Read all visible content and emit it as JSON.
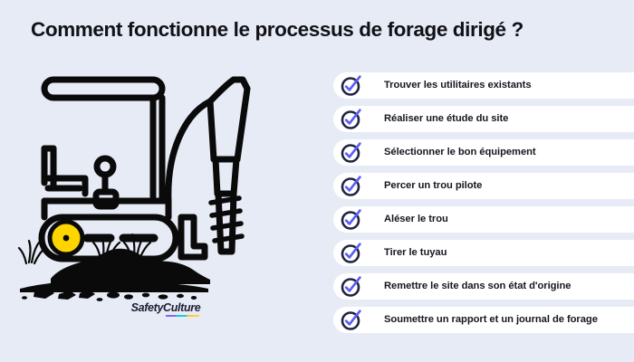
{
  "page": {
    "title": "Comment fonctionne le processus de forage dirigé ?",
    "background_color": "#e7ebf5"
  },
  "illustration": {
    "name": "directional-drilling-rig-illustration",
    "line_color": "#0a0a0a",
    "accent_color": "#ffd500",
    "description": "Excavator style directional drilling rig with canopy, seat, track, boom arm and auger drill bit on a dirt mound"
  },
  "logo": {
    "part_one": "Safety",
    "part_two": "Culture",
    "gradient": [
      "#8b5cf6",
      "#19cfe0",
      "#ffd54a"
    ]
  },
  "checklist": {
    "icon_ring_color": "#1f2440",
    "icon_check_color": "#5b5bf5",
    "row_background": "#ffffff",
    "items": [
      {
        "label": "Trouver les utilitaires existants"
      },
      {
        "label": "Réaliser une étude du site"
      },
      {
        "label": "Sélectionner le bon équipement"
      },
      {
        "label": "Percer un trou pilote"
      },
      {
        "label": "Aléser le trou"
      },
      {
        "label": "Tirer le tuyau"
      },
      {
        "label": "Remettre le site dans son état d'origine"
      },
      {
        "label": "Soumettre un rapport et un journal de forage"
      }
    ]
  }
}
